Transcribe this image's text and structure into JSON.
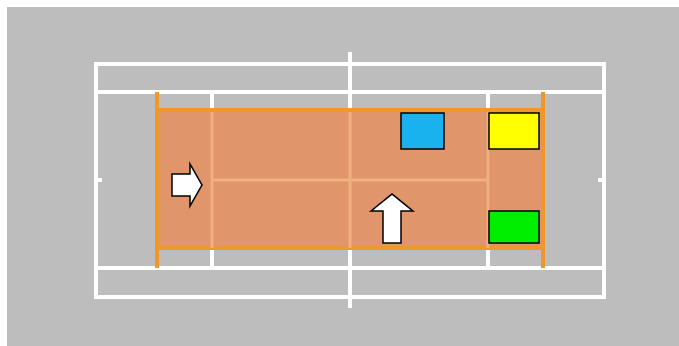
{
  "colors": {
    "background": "#bdbdbd",
    "court_lines": "#ffffff",
    "highlight_fill": "#e0956a",
    "highlight_stroke": "#f0962a",
    "inner_lines": "#f0b080",
    "marker_blue": "#1ab2ee",
    "marker_yellow": "#ffff00",
    "marker_green": "#00ee00",
    "arrow_fill": "#ffffff",
    "arrow_stroke": "#000000"
  },
  "markers": [
    {
      "name": "blue-marker",
      "color": "#1ab2ee"
    },
    {
      "name": "yellow-marker",
      "color": "#ffff00"
    },
    {
      "name": "green-marker",
      "color": "#00ee00"
    }
  ],
  "arrows": [
    {
      "name": "right-arrow-icon",
      "direction": "right"
    },
    {
      "name": "up-arrow-icon",
      "direction": "up"
    }
  ]
}
